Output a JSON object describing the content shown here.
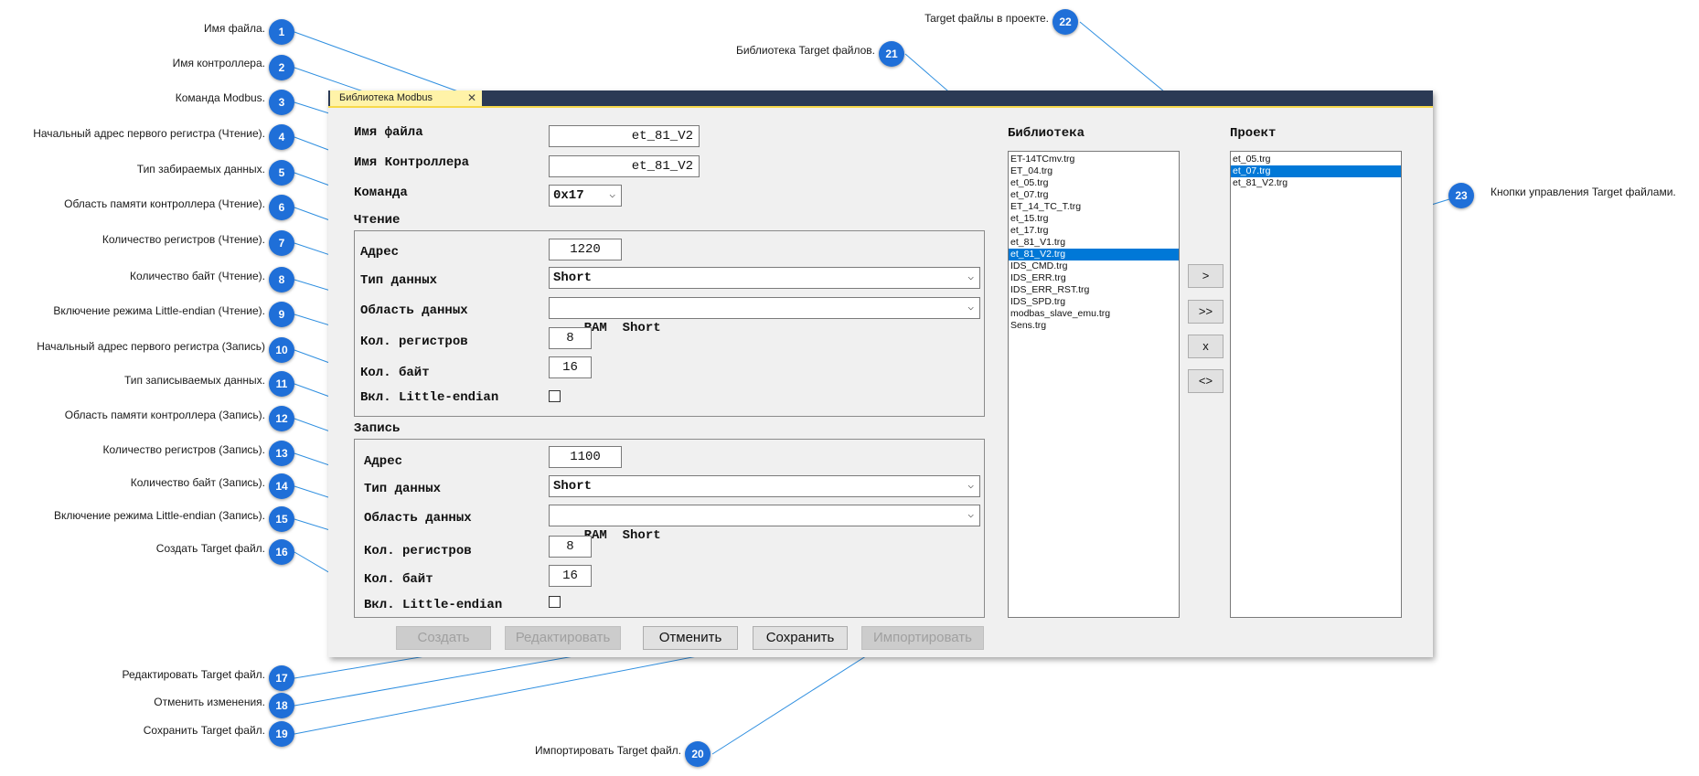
{
  "window": {
    "tab_label": "Библиотека Modbus",
    "tab_close": "✕",
    "file_name": {
      "label": "Имя файла",
      "value": "et_81_V2"
    },
    "controller_name": {
      "label": "Имя Контроллера",
      "value": "et_81_V2"
    },
    "command": {
      "label": "Команда",
      "value": "0x17"
    },
    "read": {
      "title": "Чтение",
      "address": {
        "label": "Адрес",
        "value": "1220"
      },
      "data_type": {
        "label": "Тип данных",
        "value": "Short"
      },
      "data_area": {
        "label": "Область данных",
        "value": "RAM  Short"
      },
      "reg_count": {
        "label": "Кол. регистров",
        "value": "8"
      },
      "byte_count": {
        "label": "Кол. байт",
        "value": "16"
      },
      "little_endian": {
        "label": "Вкл. Little-endian",
        "checked": false
      }
    },
    "write": {
      "title": "Запись",
      "address": {
        "label": "Адрес",
        "value": "1100"
      },
      "data_type": {
        "label": "Тип данных",
        "value": "Short"
      },
      "data_area": {
        "label": "Область данных",
        "value": "RAM  Short"
      },
      "reg_count": {
        "label": "Кол. регистров",
        "value": "8"
      },
      "byte_count": {
        "label": "Кол. байт",
        "value": "16"
      },
      "little_endian": {
        "label": "Вкл. Little-endian",
        "checked": false
      }
    },
    "buttons": {
      "create": "Создать",
      "edit": "Редактировать",
      "cancel": "Отменить",
      "save": "Сохранить",
      "import": "Импортировать"
    },
    "library": {
      "title": "Библиотека",
      "items": [
        "ET-14TCmv.trg",
        "ET_04.trg",
        "et_05.trg",
        "et_07.trg",
        "ET_14_TC_T.trg",
        "et_15.trg",
        "et_17.trg",
        "et_81_V1.trg",
        "et_81_V2.trg",
        "IDS_CMD.trg",
        "IDS_ERR.trg",
        "IDS_ERR_RST.trg",
        "IDS_SPD.trg",
        "modbas_slave_emu.trg",
        "Sens.trg"
      ],
      "selected": "et_81_V2.trg"
    },
    "project": {
      "title": "Проект",
      "items": [
        "et_05.trg",
        "et_07.trg",
        "et_81_V2.trg"
      ],
      "selected": "et_07.trg"
    },
    "side_buttons": [
      ">",
      ">>",
      "x",
      "<>"
    ]
  },
  "annotations": [
    {
      "n": "1",
      "text": "Имя файла."
    },
    {
      "n": "2",
      "text": "Имя контроллера."
    },
    {
      "n": "3",
      "text": "Команда Modbus."
    },
    {
      "n": "4",
      "text": "Начальный адрес первого регистра (Чтение)."
    },
    {
      "n": "5",
      "text": "Тип забираемых данных."
    },
    {
      "n": "6",
      "text": "Область памяти контроллера (Чтение)."
    },
    {
      "n": "7",
      "text": "Количество регистров (Чтение)."
    },
    {
      "n": "8",
      "text": "Количество байт (Чтение)."
    },
    {
      "n": "9",
      "text": "Включение режима Little-endian (Чтение)."
    },
    {
      "n": "10",
      "text": "Начальный адрес первого регистра (Запись)"
    },
    {
      "n": "11",
      "text": "Тип записываемых данных."
    },
    {
      "n": "12",
      "text": "Область памяти контроллера (Запись)."
    },
    {
      "n": "13",
      "text": "Количество регистров  (Запись)."
    },
    {
      "n": "14",
      "text": "Количество байт (Запись)."
    },
    {
      "n": "15",
      "text": "Включение режима Little-endian (Запись)."
    },
    {
      "n": "16",
      "text": "Создать Target файл."
    },
    {
      "n": "17",
      "text": "Редактировать Target файл."
    },
    {
      "n": "18",
      "text": "Отменить изменения."
    },
    {
      "n": "19",
      "text": "Сохранить Target файл."
    },
    {
      "n": "20",
      "text": "Импортировать Target файл."
    },
    {
      "n": "21",
      "text": "Библиотека Target файлов."
    },
    {
      "n": "22",
      "text": "Target файлы в проекте."
    },
    {
      "n": "23",
      "text": "Кнопки управления Target файлами."
    }
  ],
  "colors": {
    "badge": "#1f6fd8",
    "line": "#2f8fe0",
    "selection": "#0078d7",
    "titlebar": "#2b3a55",
    "tab": "#fff3a8"
  }
}
